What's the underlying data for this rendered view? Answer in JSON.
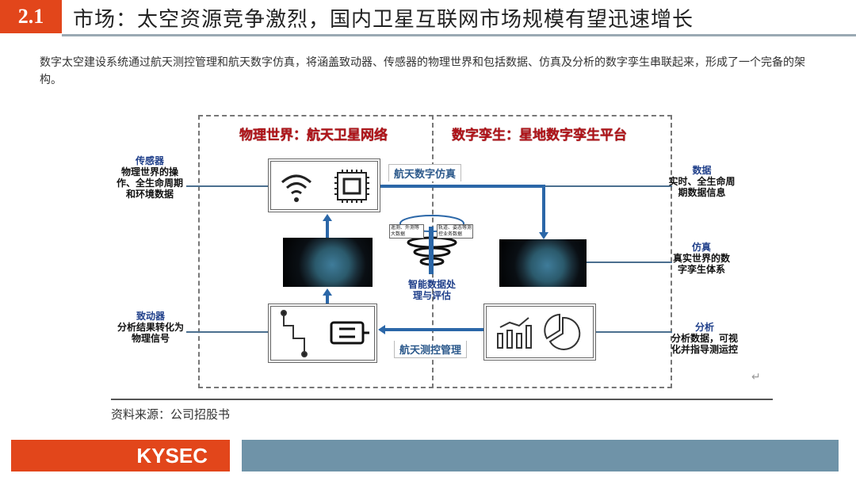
{
  "header": {
    "section_number": "2.1",
    "title": "市场：太空资源竞争激烈，国内卫星互联网市场规模有望迅速增长"
  },
  "intro": "数字太空建设系统通过航天测控管理和航天数字仿真，将涵盖致动器、传感器的物理世界和包括数据、仿真及分析的数字孪生串联起来，形成了一个完备的架构。",
  "diagram": {
    "left_title": "物理世界：航天卫星网络",
    "right_title": "数字孪生：星地数字孪生平台",
    "top_flow_label": "航天数字仿真",
    "bottom_flow_label": "航天测控管理",
    "center_label": "智能数据处理与评估",
    "center_left_note": "遥测、外测等大数据",
    "center_right_note": "轨道、姿态等测控业务数据",
    "sensor": {
      "title": "传感器",
      "text": "物理世界的操作、全生命周期和环境数据"
    },
    "actuator": {
      "title": "致动器",
      "text": "分析结果转化为物理信号"
    },
    "data": {
      "title": "数据",
      "text": "实时、全生命周期数据信息"
    },
    "simulation": {
      "title": "仿真",
      "text": "真实世界的数字孪生体系"
    },
    "analysis": {
      "title": "分析",
      "text": "分析数据，可视化并指导测运控"
    },
    "icons": [
      "wifi-icon",
      "chip-icon",
      "circuit-icon",
      "connector-icon",
      "bar-chart-icon",
      "pie-chart-icon"
    ]
  },
  "source": "资料来源：公司招股书",
  "footer": {
    "logo": "KYSEC"
  },
  "colors": {
    "brand_orange": "#e2461b",
    "footer_bar": "#6f93a8",
    "diagram_blue": "#2b67a8",
    "title_red": "#b0141a"
  }
}
